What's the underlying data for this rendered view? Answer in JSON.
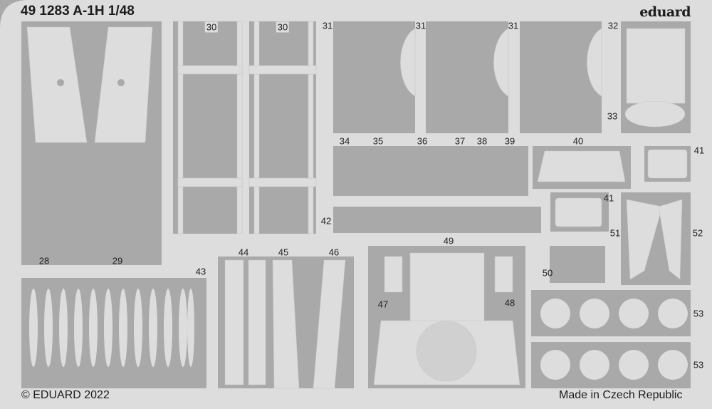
{
  "header": {
    "title": "49 1283 A-1H 1/48",
    "brand": "eduard"
  },
  "footer": {
    "copyright": "© EDUARD 2022",
    "origin": "Made in Czech Republic"
  },
  "colors": {
    "frame": "#dcdddc",
    "cutout": "#a8a9a8",
    "text": "#1c1c1c"
  },
  "part_numbers": [
    "28",
    "29",
    "30",
    "30",
    "31",
    "31",
    "31",
    "32",
    "33",
    "34",
    "35",
    "36",
    "37",
    "38",
    "39",
    "40",
    "41",
    "41",
    "42",
    "43",
    "44",
    "45",
    "46",
    "47",
    "48",
    "49",
    "50",
    "51",
    "52",
    "53",
    "53"
  ]
}
